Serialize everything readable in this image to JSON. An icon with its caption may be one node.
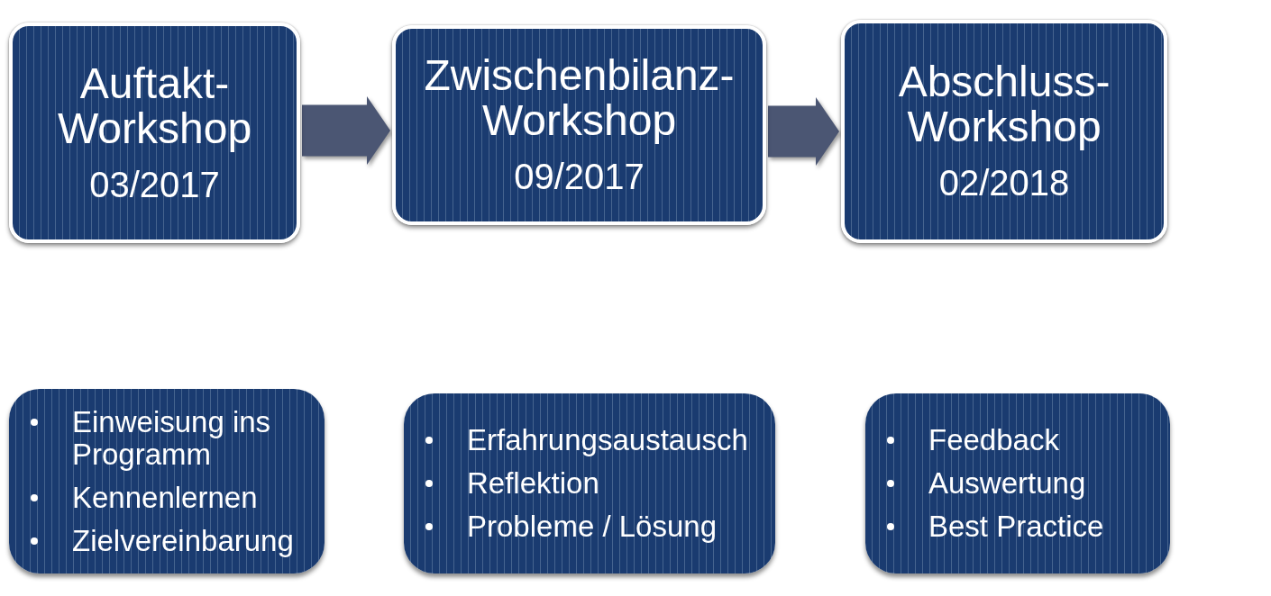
{
  "diagram": {
    "nodes": [
      {
        "text": [
          "Auftakt- Workshop",
          "03/2017"
        ]
      },
      {
        "text": [
          "Zwischenbilanz- Workshop",
          "09/2017"
        ]
      },
      {
        "text": [
          "Abschluss- Workshop",
          "02/2018"
        ]
      },
      {
        "text": [
          "Einweisung ins Programm",
          "Kennenlernen",
          "Zielvereinbarung"
        ]
      },
      {
        "text": [
          "Erfahrungsaustausch",
          "Reflektion",
          "Probleme / Lösung"
        ]
      },
      {
        "text": [
          "Feedback",
          "Auswertung",
          "Best Practice"
        ]
      }
    ],
    "edges": [
      {
        "from": 0,
        "to": 1,
        "arrow": "to"
      },
      {
        "from": 1,
        "to": 2,
        "arrow": "to"
      }
    ]
  }
}
